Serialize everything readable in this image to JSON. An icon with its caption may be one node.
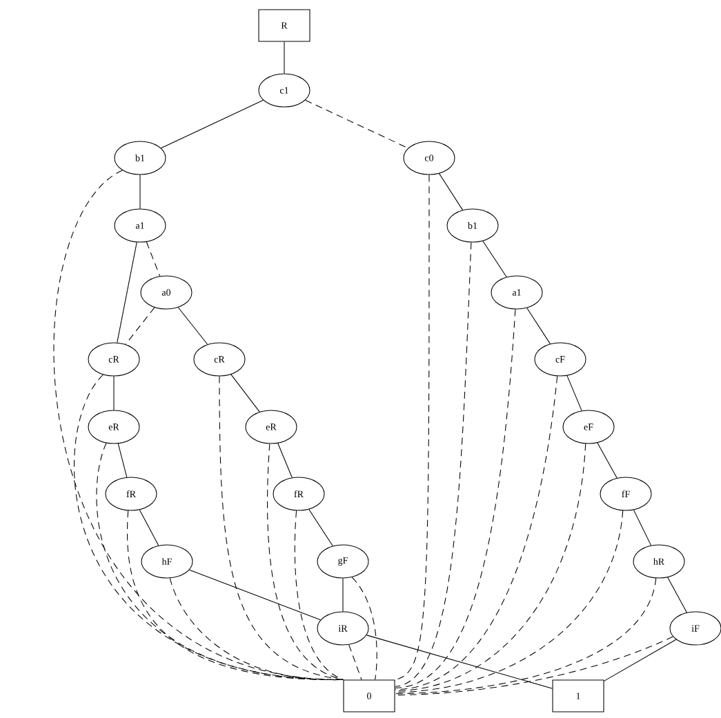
{
  "diagram": {
    "nodes": [
      {
        "text": [
          "R"
        ]
      },
      {
        "text": [
          "c1"
        ]
      },
      {
        "text": [
          "b1"
        ]
      },
      {
        "text": [
          "c0"
        ]
      },
      {
        "text": [
          "a1"
        ]
      },
      {
        "text": [
          "b1"
        ]
      },
      {
        "text": [
          "a0"
        ]
      },
      {
        "text": [
          "a1"
        ]
      },
      {
        "text": [
          "cR"
        ]
      },
      {
        "text": [
          "cR"
        ]
      },
      {
        "text": [
          "cF"
        ]
      },
      {
        "text": [
          "eR"
        ]
      },
      {
        "text": [
          "eR"
        ]
      },
      {
        "text": [
          "eF"
        ]
      },
      {
        "text": [
          "fR"
        ]
      },
      {
        "text": [
          "fR"
        ]
      },
      {
        "text": [
          "fF"
        ]
      },
      {
        "text": [
          "hF"
        ]
      },
      {
        "text": [
          "gF"
        ]
      },
      {
        "text": [
          "hR"
        ]
      },
      {
        "text": [
          "iR"
        ]
      },
      {
        "text": [
          "iF"
        ]
      },
      {
        "text": [
          "0"
        ]
      },
      {
        "text": [
          "1"
        ]
      }
    ],
    "edges": [
      {
        "from": 0,
        "to": 1,
        "arrow": "none"
      },
      {
        "from": 1,
        "to": 2,
        "arrow": "none"
      },
      {
        "from": 1,
        "to": 3,
        "arrow": "none",
        "style": "dashed"
      },
      {
        "from": 2,
        "to": 22,
        "arrow": "none",
        "style": "dashed"
      },
      {
        "from": 2,
        "to": 4,
        "arrow": "none"
      },
      {
        "from": 3,
        "to": 5,
        "arrow": "none"
      },
      {
        "from": 3,
        "to": 22,
        "arrow": "none",
        "style": "dashed"
      },
      {
        "from": 4,
        "to": 8,
        "arrow": "none"
      },
      {
        "from": 4,
        "to": 6,
        "arrow": "none",
        "style": "dashed"
      },
      {
        "from": 5,
        "to": 7,
        "arrow": "none"
      },
      {
        "from": 5,
        "to": 22,
        "arrow": "none",
        "style": "dashed"
      },
      {
        "from": 6,
        "to": 9,
        "arrow": "none"
      },
      {
        "from": 6,
        "to": 8,
        "arrow": "none",
        "style": "dashed"
      },
      {
        "from": 7,
        "to": 10,
        "arrow": "none"
      },
      {
        "from": 7,
        "to": 22,
        "arrow": "none",
        "style": "dashed"
      },
      {
        "from": 8,
        "to": 11,
        "arrow": "none"
      },
      {
        "from": 8,
        "to": 22,
        "arrow": "none",
        "style": "dashed"
      },
      {
        "from": 9,
        "to": 12,
        "arrow": "none"
      },
      {
        "from": 9,
        "to": 22,
        "arrow": "none",
        "style": "dashed"
      },
      {
        "from": 10,
        "to": 13,
        "arrow": "none"
      },
      {
        "from": 10,
        "to": 22,
        "arrow": "none",
        "style": "dashed"
      },
      {
        "from": 11,
        "to": 14,
        "arrow": "none"
      },
      {
        "from": 11,
        "to": 22,
        "arrow": "none",
        "style": "dashed"
      },
      {
        "from": 12,
        "to": 15,
        "arrow": "none"
      },
      {
        "from": 12,
        "to": 22,
        "arrow": "none",
        "style": "dashed"
      },
      {
        "from": 13,
        "to": 16,
        "arrow": "none"
      },
      {
        "from": 13,
        "to": 22,
        "arrow": "none",
        "style": "dashed"
      },
      {
        "from": 14,
        "to": 17,
        "arrow": "none"
      },
      {
        "from": 14,
        "to": 22,
        "arrow": "none",
        "style": "dashed"
      },
      {
        "from": 15,
        "to": 18,
        "arrow": "none"
      },
      {
        "from": 15,
        "to": 22,
        "arrow": "none",
        "style": "dashed"
      },
      {
        "from": 16,
        "to": 19,
        "arrow": "none"
      },
      {
        "from": 16,
        "to": 22,
        "arrow": "none",
        "style": "dashed"
      },
      {
        "from": 17,
        "to": 20,
        "arrow": "none"
      },
      {
        "from": 17,
        "to": 22,
        "arrow": "none",
        "style": "dashed"
      },
      {
        "from": 18,
        "to": 20,
        "arrow": "none"
      },
      {
        "from": 18,
        "to": 22,
        "arrow": "none",
        "style": "dashed"
      },
      {
        "from": 19,
        "to": 21,
        "arrow": "none"
      },
      {
        "from": 19,
        "to": 22,
        "arrow": "none",
        "style": "dashed"
      },
      {
        "from": 20,
        "to": 23,
        "arrow": "none"
      },
      {
        "from": 20,
        "to": 22,
        "arrow": "none",
        "style": "dashed"
      },
      {
        "from": 21,
        "to": 23,
        "arrow": "none"
      },
      {
        "from": 21,
        "to": 22,
        "arrow": "none",
        "style": "dashed"
      }
    ]
  }
}
